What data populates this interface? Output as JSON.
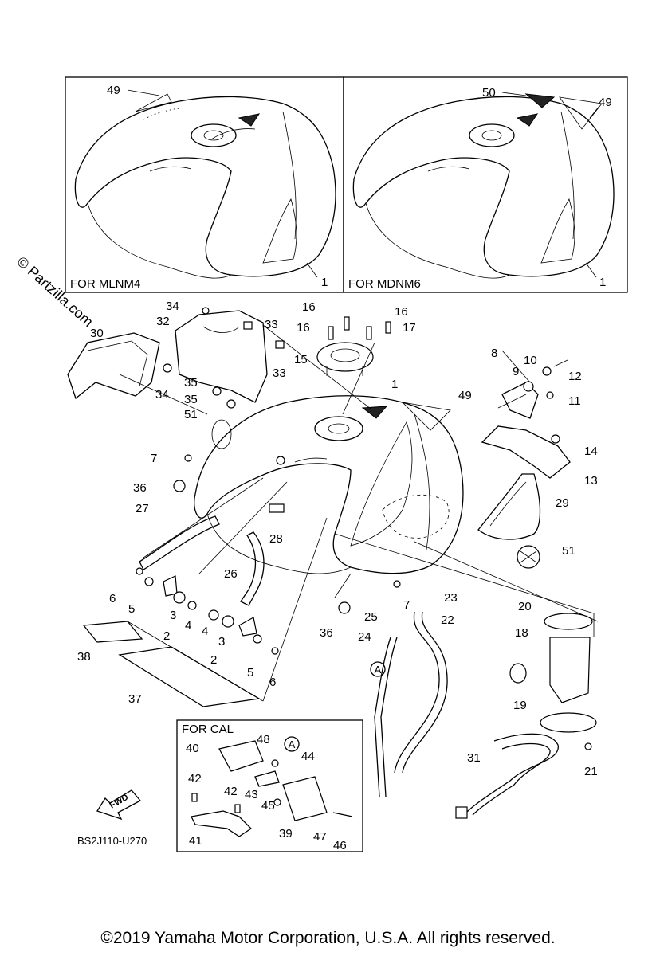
{
  "watermark": "© Partzilla.com",
  "boxes": {
    "left_title": "FOR MLNM4",
    "right_title": "FOR MDNM6",
    "cal_title": "FOR CAL"
  },
  "diagram_code": "BS2J110-U270",
  "fwd_label": "FWD",
  "circle_marker": "A",
  "part_labels": {
    "p1a": "1",
    "p49a": "49",
    "p50": "50",
    "p49b": "49",
    "p1b": "1",
    "p34a": "34",
    "p32": "32",
    "p33a": "33",
    "p33b": "33",
    "p30": "30",
    "p34b": "34",
    "p35a": "35",
    "p35b": "35",
    "p51a": "51",
    "p16a": "16",
    "p16b": "16",
    "p16c": "16",
    "p17": "17",
    "p15": "15",
    "p1c": "1",
    "p49c": "49",
    "p8": "8",
    "p10": "10",
    "p9": "9",
    "p12": "12",
    "p11": "11",
    "p14": "14",
    "p13": "13",
    "p7a": "7",
    "p36a": "36",
    "p27": "27",
    "p28": "28",
    "p29": "29",
    "p51b": "51",
    "p26": "26",
    "p6a": "6",
    "p5a": "5",
    "p3a": "3",
    "p4a": "4",
    "p2a": "2",
    "p4b": "4",
    "p3b": "3",
    "p2b": "2",
    "p5b": "5",
    "p6b": "6",
    "p7b": "7",
    "p23": "23",
    "p25": "25",
    "p22": "22",
    "p24": "24",
    "p36b": "36",
    "p20": "20",
    "p18": "18",
    "p19": "19",
    "p21": "21",
    "p31": "31",
    "p38": "38",
    "p37": "37",
    "p40": "40",
    "p48": "48",
    "p44": "44",
    "p42a": "42",
    "p42b": "42",
    "p43": "43",
    "p45": "45",
    "p39": "39",
    "p41": "41",
    "p47": "47",
    "p46": "46"
  },
  "copyright": "©2019 Yamaha Motor Corporation, U.S.A. All rights reserved."
}
